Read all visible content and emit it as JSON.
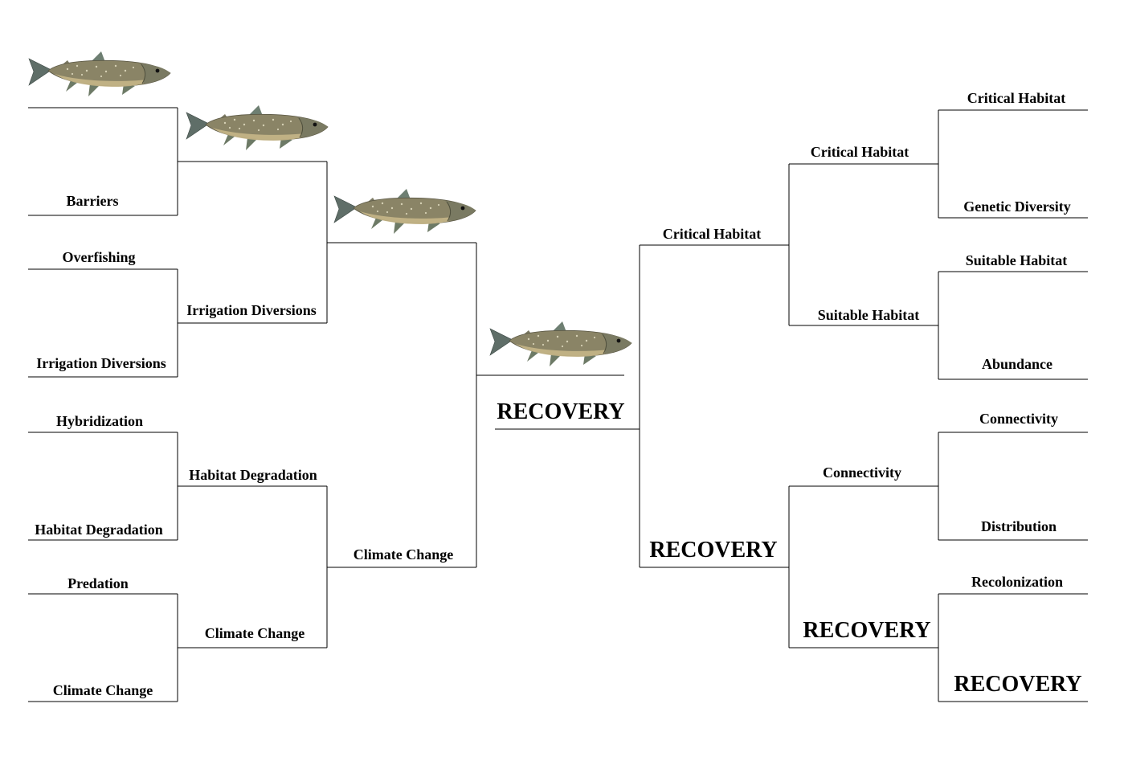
{
  "left_bracket": {
    "round1": [
      {
        "top": "",
        "bottom": "Barriers"
      },
      {
        "top": "Overfishing",
        "bottom": "Irrigation Diversions"
      },
      {
        "top": "Hybridization",
        "bottom": "Habitat Degradation"
      },
      {
        "top": "Predation",
        "bottom": "Climate Change"
      }
    ],
    "round2": [
      {
        "top": "",
        "bottom": "Irrigation Diversions"
      },
      {
        "top": "Habitat Degradation",
        "bottom": "Climate Change"
      }
    ],
    "round3": {
      "top": "",
      "bottom": "Climate Change"
    }
  },
  "center": {
    "top": "",
    "bottom": "RECOVERY"
  },
  "right_bracket": {
    "round3": {
      "top": "Critical Habitat",
      "bottom": "RECOVERY"
    },
    "round2": [
      {
        "top": "Critical Habitat",
        "bottom": "Suitable Habitat"
      },
      {
        "top": "Connectivity",
        "bottom": "RECOVERY"
      }
    ],
    "round1": [
      {
        "top": "Critical Habitat",
        "bottom": "Genetic Diversity"
      },
      {
        "top": "Suitable Habitat",
        "bottom": "Abundance"
      },
      {
        "top": "Connectivity",
        "bottom": "Distribution"
      },
      {
        "top": "Recolonization",
        "bottom": "RECOVERY"
      }
    ]
  },
  "fish_icon": "trout-illustration",
  "colors": {
    "line": "#000000",
    "fish_body": "#8a8466",
    "fish_belly": "#c9b98a",
    "fish_fin": "#5f6e68"
  }
}
